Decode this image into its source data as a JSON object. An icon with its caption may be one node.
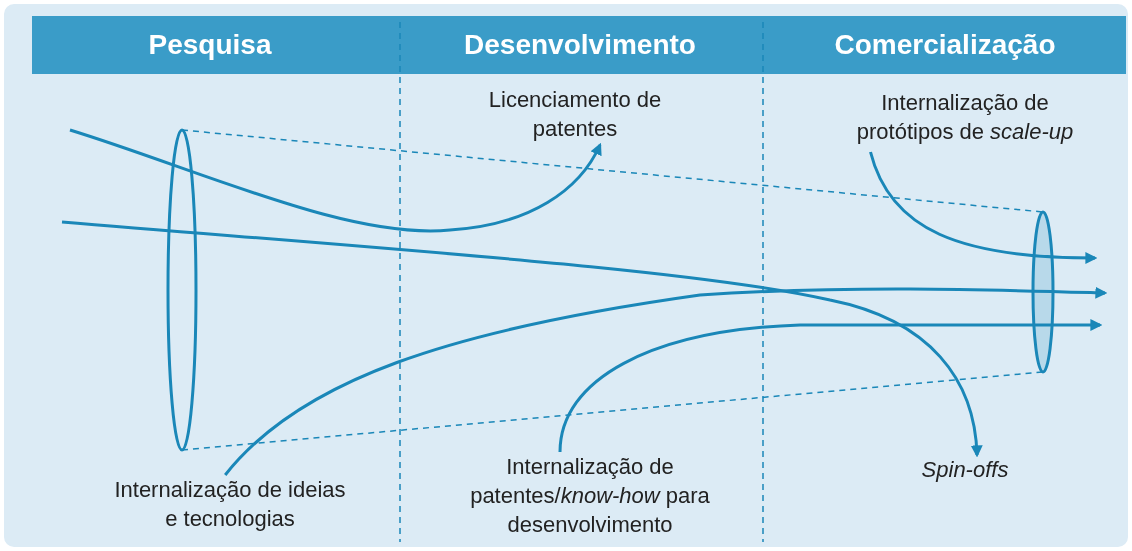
{
  "diagram": {
    "nodes": [
      {
        "text": [
          "Licenciamento de patentes"
        ]
      },
      {
        "text": [
          "Internalização de protótipos de *scale-up*"
        ]
      },
      {
        "text": [
          "Internalização de ideias e tecnologias"
        ]
      },
      {
        "text": [
          "Internalização de patentes/*know-how* para desenvolvimento"
        ]
      },
      {
        "text": [
          "Spin-offs"
        ]
      }
    ],
    "edges": [
      {
        "from": null,
        "to": 0,
        "arrow": "to"
      },
      {
        "from": null,
        "to": 4,
        "arrow": "to"
      },
      {
        "from": 2,
        "to": null,
        "arrow": "to"
      },
      {
        "from": 3,
        "to": null,
        "arrow": "to"
      },
      {
        "from": 1,
        "to": null,
        "arrow": "to"
      }
    ],
    "labels": [
      "Pesquisa",
      "Desenvolvimento",
      "Comercialização"
    ]
  }
}
